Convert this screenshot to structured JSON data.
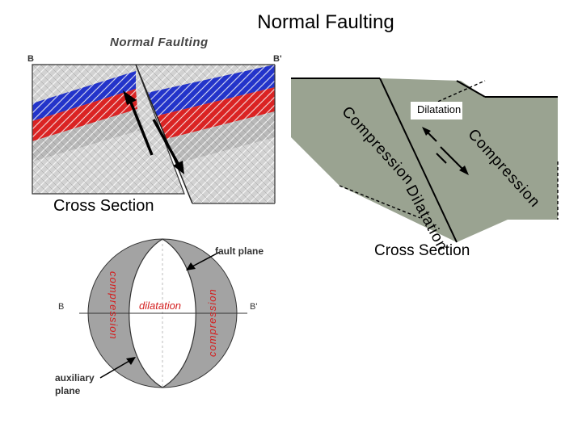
{
  "slide": {
    "title": "Normal Faulting"
  },
  "panel_a": {
    "title": "Normal Faulting",
    "left_label": "B",
    "right_label": "B'",
    "caption": "Cross Section"
  },
  "panel_b": {
    "top_label": "Dilatation",
    "left_compression": "Compression",
    "right_compression": "Compression",
    "bottom_dilatation": "Dilatation",
    "caption": "Cross Section"
  },
  "panel_c": {
    "fault_plane_label": "fault plane",
    "auxiliary_label": "auxiliary plane",
    "dilatation": "dilatation",
    "compression_left": "compression",
    "compression_right": "compression",
    "left_axis": "B",
    "right_axis": "B'"
  },
  "colors": {
    "block_gray": "#9aa391",
    "blue_layer": "#2233cc",
    "red_layer": "#dd2222",
    "gray_layer": "#b9b9b9",
    "sphere_gray": "#a3a3a3"
  }
}
